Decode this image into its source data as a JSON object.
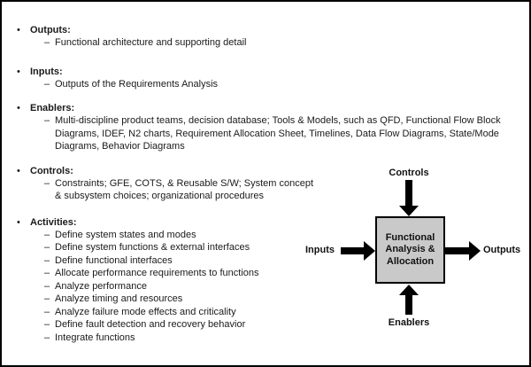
{
  "glyphs": {
    "bullet": "•",
    "dash": "–"
  },
  "colors": {
    "background": "#ffffff",
    "frame_border": "#000000",
    "box_fill": "#c9c9c9",
    "arrow": "#000000",
    "text": "#1a1a1a"
  },
  "sections": [
    {
      "title": "Outputs:",
      "items": [
        "Functional architecture and supporting detail"
      ]
    },
    {
      "title": "Inputs:",
      "items": [
        "Outputs of the Requirements Analysis"
      ]
    },
    {
      "title": "Enablers:",
      "items": [
        "Multi-discipline product teams, decision database; Tools & Models, such as QFD, Functional Flow Block Diagrams, IDEF, N2 charts, Requirement Allocation Sheet, Timelines, Data Flow Diagrams, State/Mode Diagrams, Behavior Diagrams"
      ]
    },
    {
      "title": "Controls:",
      "items": [
        "Constraints; GFE, COTS, & Reusable S/W; System concept & subsystem choices; organizational procedures"
      ]
    },
    {
      "title": "Activities:",
      "items": [
        "Define system states and modes",
        "Define system functions & external interfaces",
        "Define functional interfaces",
        "Allocate performance requirements to functions",
        "Analyze performance",
        "Analyze timing and resources",
        "Analyze failure mode effects and criticality",
        "Define fault detection and recovery behavior",
        "Integrate functions"
      ]
    }
  ],
  "diagram": {
    "top_label": "Controls",
    "left_label": "Inputs",
    "right_label": "Outputs",
    "bottom_label": "Enablers",
    "box_lines": [
      "Functional",
      "Analysis &",
      "Allocation"
    ]
  }
}
